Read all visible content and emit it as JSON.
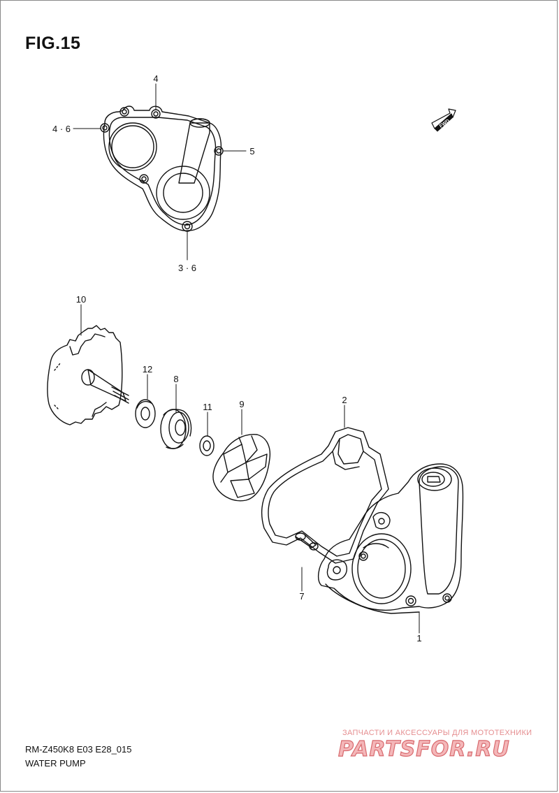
{
  "figure": {
    "title": "FIG.15"
  },
  "fwd_badge": "FWD",
  "callouts": [
    {
      "id": "c-4",
      "text": "4"
    },
    {
      "id": "c-4-6",
      "text": "4 · 6"
    },
    {
      "id": "c-5",
      "text": "5"
    },
    {
      "id": "c-3-6",
      "text": "3 · 6"
    },
    {
      "id": "c-10",
      "text": "10"
    },
    {
      "id": "c-12",
      "text": "12"
    },
    {
      "id": "c-8",
      "text": "8"
    },
    {
      "id": "c-11",
      "text": "11"
    },
    {
      "id": "c-9",
      "text": "9"
    },
    {
      "id": "c-2",
      "text": "2"
    },
    {
      "id": "c-7",
      "text": "7"
    },
    {
      "id": "c-1",
      "text": "1"
    }
  ],
  "footer": {
    "model_code": "RM-Z450K8 E03 E28_015",
    "section_name": "WATER PUMP"
  },
  "watermark": {
    "caption": "ЗАПЧАСТИ И АКСЕССУАРЫ ДЛЯ МОТОТЕХНИКИ",
    "logo": "PARTSFOR.RU"
  },
  "colors": {
    "line": "#111111",
    "watermark": "#e0797c"
  }
}
